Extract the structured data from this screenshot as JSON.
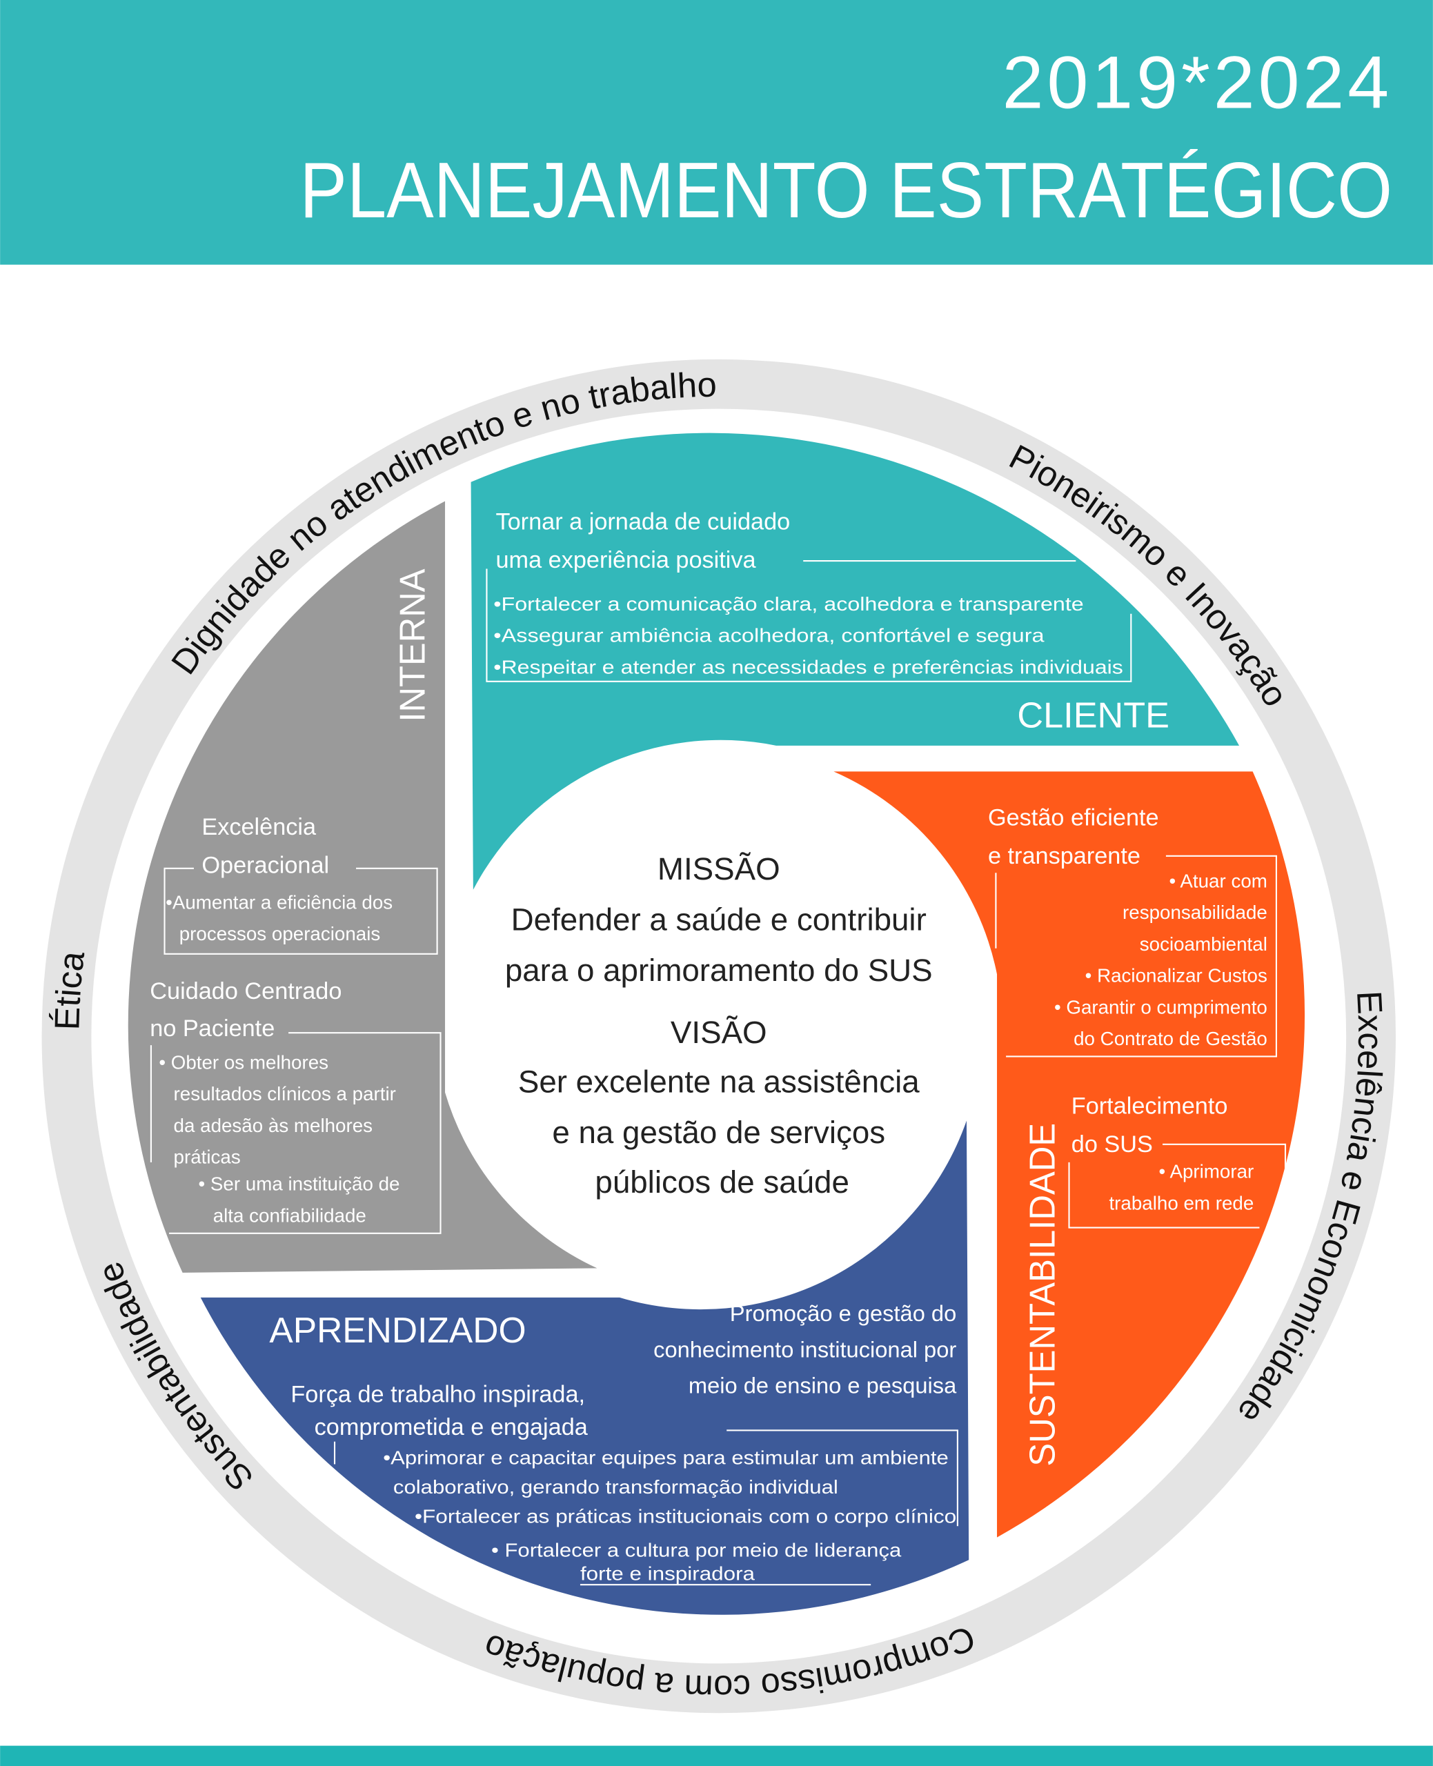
{
  "header": {
    "years": "2019*2024",
    "title": "PLANEJAMENTO ESTRATÉGICO"
  },
  "colors": {
    "teal": "#33b8ba",
    "orange": "#ff5a1a",
    "blue": "#3d5a99",
    "gray": "#9a9a9a",
    "ring": "#e4e4e4"
  },
  "values_ring": {
    "top_left": "Dignidade no atendimento e no trabalho",
    "top_right": "Pioneirismo e Inovação",
    "right": "Excelência e Economicidade",
    "bottom": "Compromisso com a população",
    "bottom_left": "Sustentabilidade",
    "left": "Ética"
  },
  "center": {
    "mission_label": "MISSÃO",
    "mission": [
      "Defender a saúde e contribuir",
      "para o aprimoramento do SUS"
    ],
    "vision_label": "VISÃO",
    "vision": [
      "Ser excelente na assistência",
      "e na gestão de serviços",
      "públicos de saúde"
    ]
  },
  "cliente": {
    "label": "CLIENTE",
    "objective": [
      "Tornar a jornada de cuidado",
      "uma experiência positiva"
    ],
    "bullets": [
      "•Fortalecer a comunicação clara, acolhedora e transparente",
      "•Assegurar ambiência acolhedora, confortável e segura",
      "•Respeitar e atender as necessidades e preferências individuais"
    ]
  },
  "sustentabilidade": {
    "label": "SUSTENTABILIDADE",
    "objective1": [
      "Gestão eficiente",
      "e transparente"
    ],
    "bullets1": [
      "• Atuar com",
      "responsabilidade",
      "socioambiental",
      "• Racionalizar Custos",
      "• Garantir o cumprimento",
      "do Contrato de Gestão"
    ],
    "objective2": [
      "Fortalecimento",
      "do SUS"
    ],
    "bullets2": [
      "• Aprimorar",
      "trabalho em rede"
    ]
  },
  "interna": {
    "label": "INTERNA",
    "objective1": [
      "Excelência",
      "Operacional"
    ],
    "bullets1": [
      "•Aumentar a eficiência dos",
      "processos operacionais"
    ],
    "objective2": [
      "Cuidado Centrado",
      "no Paciente"
    ],
    "bullets2": [
      "• Obter os melhores",
      "resultados clínicos a partir",
      "da adesão às melhores",
      "práticas",
      "• Ser uma instituição de",
      "alta confiabilidade"
    ]
  },
  "aprendizado": {
    "label": "APRENDIZADO",
    "objective1": [
      "Promoção e gestão do",
      "conhecimento institucional por",
      "meio de ensino e pesquisa"
    ],
    "objective2": [
      "Força de trabalho inspirada,",
      "comprometida e engajada"
    ],
    "bullets": [
      "•Aprimorar e capacitar equipes para estimular um ambiente",
      "colaborativo, gerando transformação individual",
      "•Fortalecer as práticas institucionais com o  corpo clínico",
      "• Fortalecer a cultura por meio de liderança",
      "forte e inspiradora"
    ]
  }
}
